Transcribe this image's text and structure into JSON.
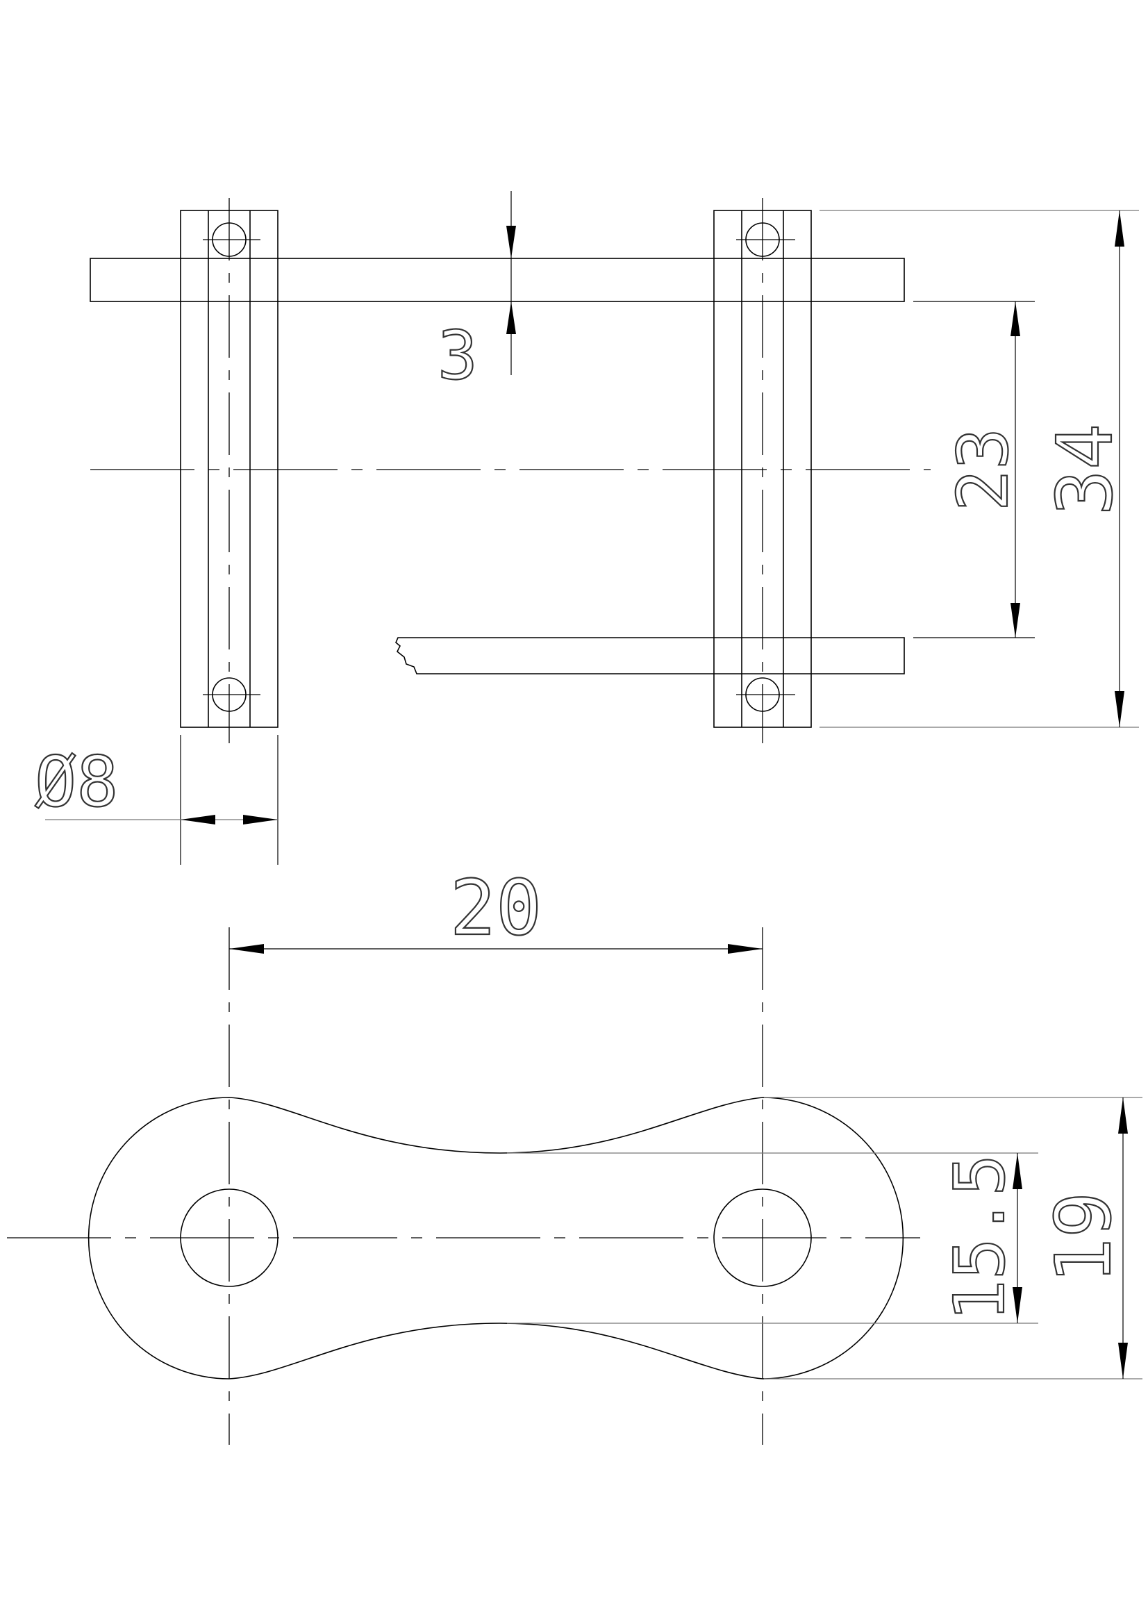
{
  "drawing": {
    "dimensions": {
      "plate_thickness": "3",
      "inner_width": "23",
      "outer_width": "34",
      "roller_diameter": "Ø8",
      "pitch": "20",
      "waist_height": "15.5",
      "plate_height": "19"
    }
  },
  "colors": {
    "line": "#000000",
    "background": "#ffffff"
  }
}
